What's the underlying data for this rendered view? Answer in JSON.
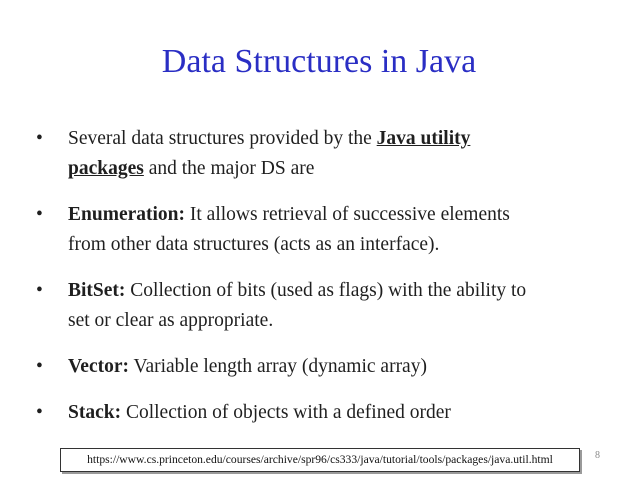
{
  "slide": {
    "title": "Data Structures in Java",
    "bullet_symbol": "•",
    "bullets": [
      {
        "line1_pre": "Several data structures provided by the ",
        "line1_link": "Java utility",
        "line2_link": "packages",
        "line2_post": " and the major DS are"
      },
      {
        "term": "Enumeration:",
        "line1": " It allows retrieval of successive elements",
        "line2": "from other data structures (acts as an interface)."
      },
      {
        "term": "BitSet:",
        "line1": " Collection of bits (used as flags) with the ability to",
        "line2": "set or clear as appropriate."
      },
      {
        "term": "Vector:",
        "line1": " Variable length array (dynamic array)"
      },
      {
        "term": "Stack:",
        "line1": " Collection of objects with a defined order"
      }
    ],
    "source_url": "https://www.cs.princeton.edu/courses/archive/spr96/cs333/java/tutorial/tools/packages/java.util.html",
    "page_number": "8",
    "colors": {
      "title": "#2a2ec4",
      "body_text": "#1f1f1f",
      "page_number": "#8a8a8a"
    }
  }
}
